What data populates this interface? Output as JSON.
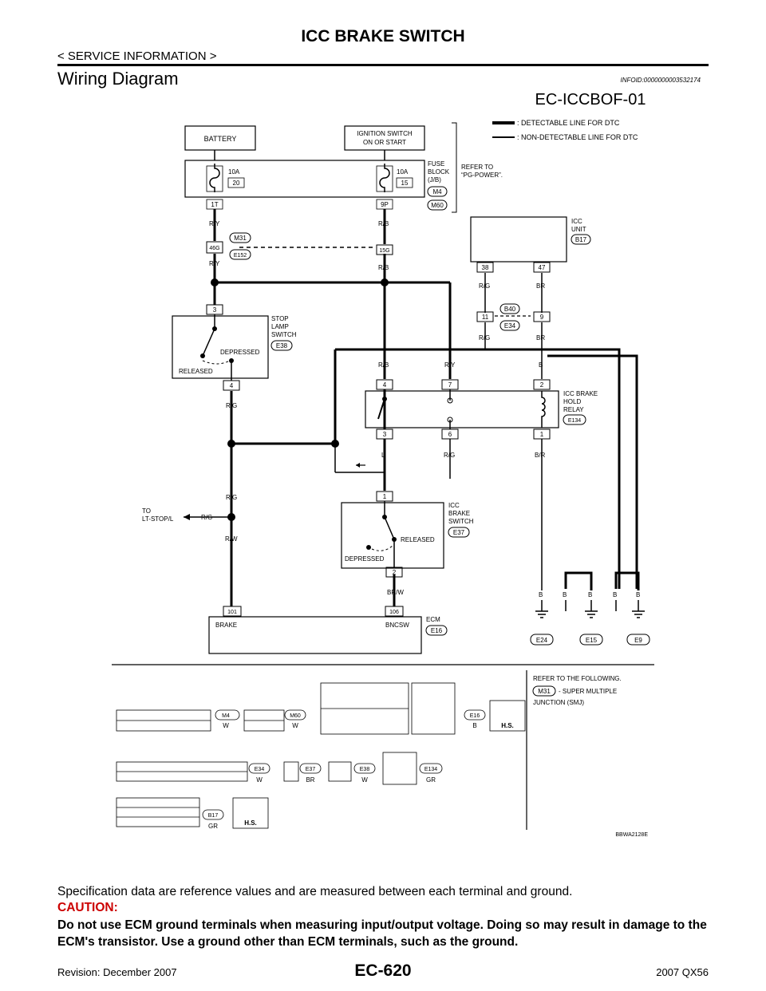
{
  "header": {
    "title": "ICC BRAKE SWITCH",
    "subtitle": "< SERVICE INFORMATION >"
  },
  "section": {
    "title": "Wiring Diagram",
    "info_id": "INFOID:0000000003532174"
  },
  "diagram": {
    "code": "EC-ICCBOF-01",
    "image_id": "BBWA2128E",
    "legend": {
      "detectable": ": DETECTABLE LINE FOR DTC",
      "non_detectable": ": NON-DETECTABLE LINE FOR DTC"
    },
    "battery": "BATTERY",
    "ign_line1": "IGNITION SWITCH",
    "ign_line2": "ON OR START",
    "fuse1_amp": "10A",
    "fuse1_num": "20",
    "fuse1_term": "1T",
    "fuse2_amp": "10A",
    "fuse2_num": "15",
    "fuse2_term": "9P",
    "fuse_block_l1": "FUSE",
    "fuse_block_l2": "BLOCK",
    "fuse_block_l3": "(J/B)",
    "fuse_conn1": "M4",
    "fuse_conn2": "M60",
    "refer_l1": "REFER TO",
    "refer_l2": "“PG-POWER”.",
    "wire_ry": "R/Y",
    "wire_rb": "R/B",
    "wire_rg": "R/G",
    "wire_br": "BR",
    "wire_b": "B",
    "wire_l": "L",
    "wire_br_r": "B/R",
    "wire_rw": "R/W",
    "wire_brw": "BR/W",
    "jc_conn1": "M31",
    "jc_conn2": "E152",
    "jc_term1": "46G",
    "jc_term2": "15G",
    "icc_unit_l1": "ICC",
    "icc_unit_l2": "UNIT",
    "icc_unit_conn": "B17",
    "icc_unit_t1": "38",
    "icc_unit_t2": "47",
    "jc2_conn1": "B40",
    "jc2_conn2": "E34",
    "jc2_t1": "11",
    "jc2_t2": "9",
    "stop_l1": "STOP",
    "stop_l2": "LAMP",
    "stop_l3": "SWITCH",
    "stop_conn": "E38",
    "stop_t1": "3",
    "stop_t2": "4",
    "depressed": "DEPRESSED",
    "released": "RELEASED",
    "relay_l1": "ICC BRAKE",
    "relay_l2": "HOLD",
    "relay_l3": "RELAY",
    "relay_conn": "E134",
    "relay_t4": "4",
    "relay_t7": "7",
    "relay_t2": "2",
    "relay_t3": "3",
    "relay_t6": "6",
    "relay_t1": "1",
    "to_l1": "TO",
    "to_l2": "LT-STOP/L",
    "icc_sw_l1": "ICC",
    "icc_sw_l2": "BRAKE",
    "icc_sw_l3": "SWITCH",
    "icc_sw_conn": "E37",
    "icc_sw_t1": "1",
    "icc_sw_t2": "2",
    "ecm_label": "ECM",
    "ecm_conn": "E16",
    "ecm_t1": "101",
    "ecm_t2": "106",
    "ecm_brake": "BRAKE",
    "ecm_bncsw": "BNCSW",
    "gnd1": "E24",
    "gnd2": "E15",
    "gnd3": "E9",
    "refer_follow": "REFER TO THE FOLLOWING.",
    "smj_conn": "M31",
    "smj_l1": "- SUPER MULTIPLE",
    "smj_l2": "JUNCTION (SMJ)",
    "hs": "H.S.",
    "conn_color_w": "W",
    "conn_color_b": "B",
    "conn_color_br": "BR",
    "conn_color_gr": "GR"
  },
  "notes": {
    "spec": "Specification data are reference values and are measured between each terminal and ground.",
    "caution_label": "CAUTION:",
    "caution_text": "Do not use ECM ground terminals when measuring input/output voltage. Doing so may result in damage to the ECM's transistor. Use a ground other than ECM terminals, such as the ground."
  },
  "footer": {
    "page": "EC-620",
    "revision": "Revision: December 2007",
    "model": "2007 QX56"
  }
}
